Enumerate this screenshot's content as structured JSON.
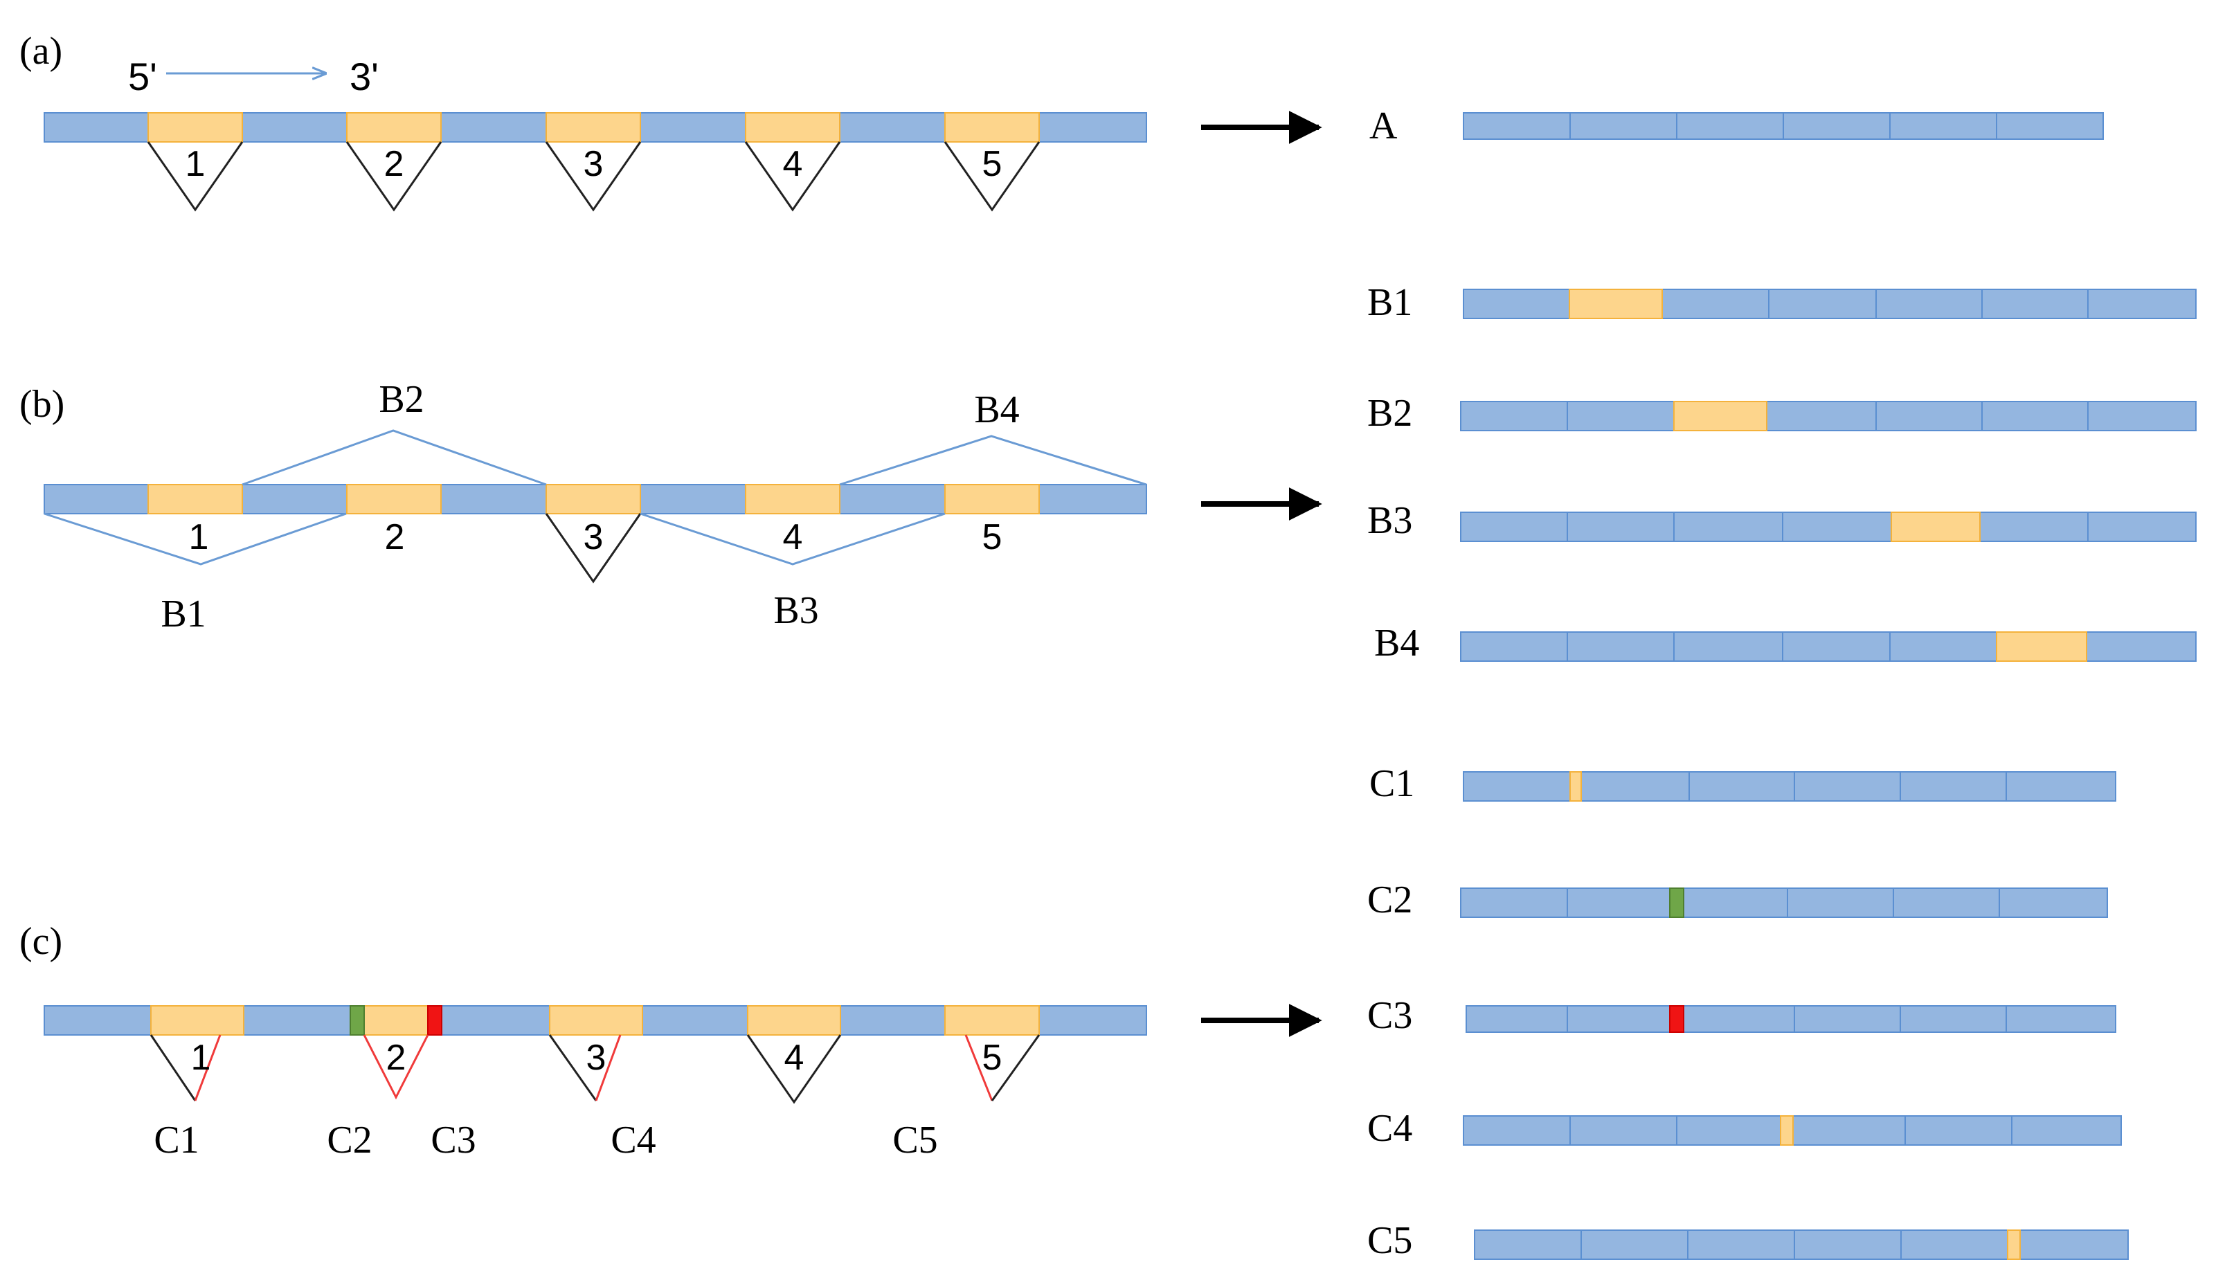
{
  "colors": {
    "exon_blue": "#94B6E0",
    "exon_blue_stroke": "#5B8FD1",
    "intron_yellow": "#FDD58C",
    "intron_yellow_stroke": "#F4B23C",
    "junction_line": "#6A9BD4",
    "alt_site_line": "#F03A3A",
    "green_marker": "#6FA648",
    "red_marker": "#F01414",
    "arrow": "#000000"
  },
  "panels": {
    "a": {
      "label": "(a)",
      "five_prime": "5'",
      "three_prime": "3'",
      "result": "A"
    },
    "b": {
      "label": "(b)",
      "junctions": [
        "B1",
        "B2",
        "B3",
        "B4"
      ]
    },
    "c": {
      "label": "(c)",
      "sites": [
        "C1",
        "C2",
        "C3",
        "C4",
        "C5"
      ]
    }
  },
  "intron_numbers": [
    "1",
    "2",
    "3",
    "4",
    "5"
  ],
  "isoforms": {
    "A": "A",
    "B1": "B1",
    "B2": "B2",
    "B3": "B3",
    "B4": "B4",
    "C1": "C1",
    "C2": "C2",
    "C3": "C3",
    "C4": "C4",
    "C5": "C5"
  }
}
